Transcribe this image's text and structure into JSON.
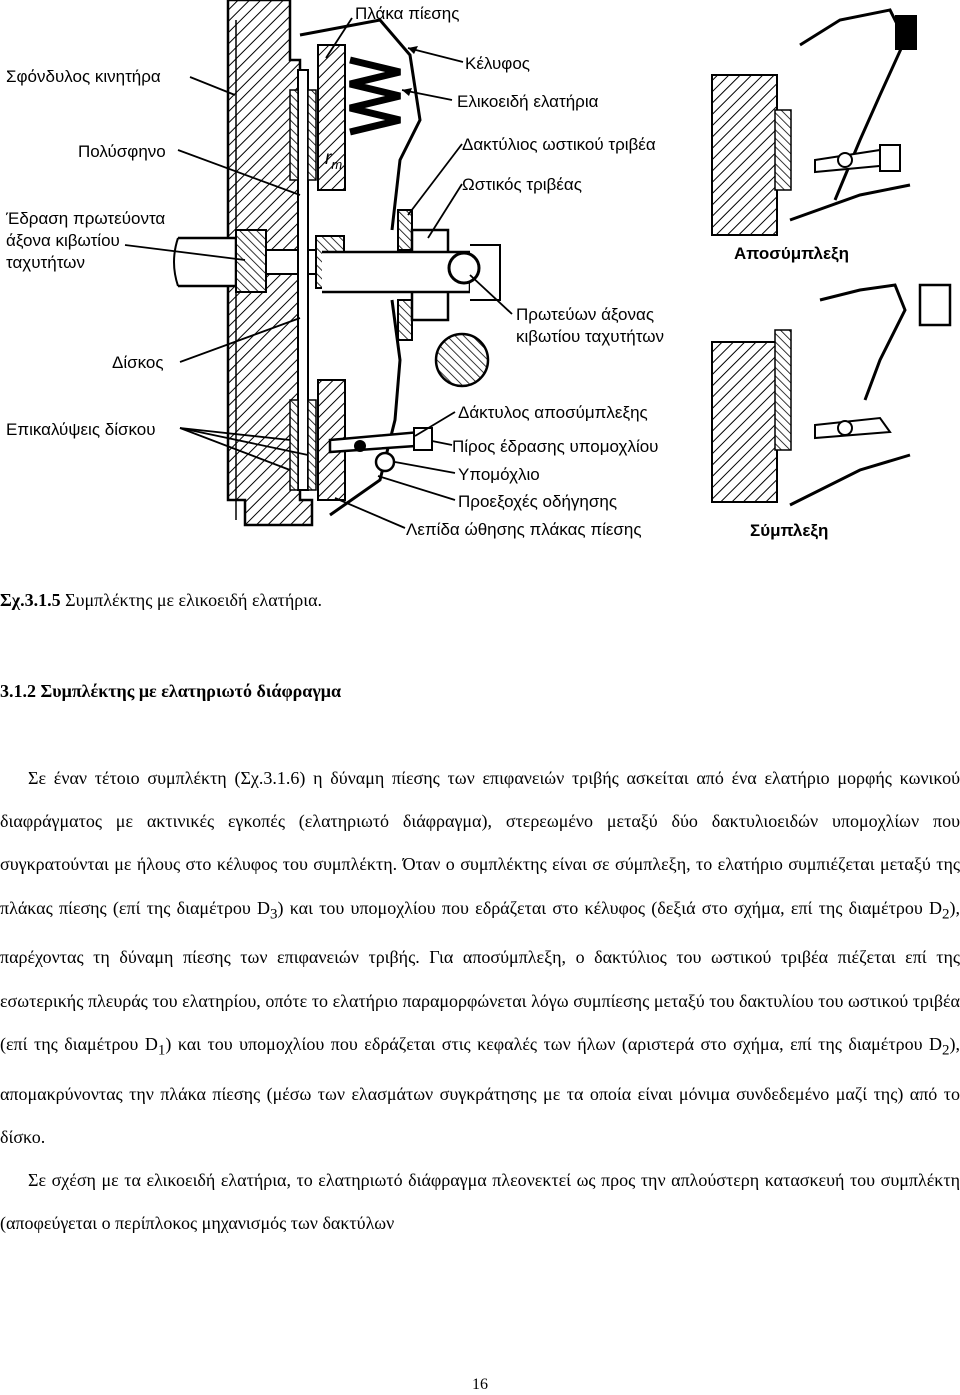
{
  "figure": {
    "labels": {
      "pressure_plate": "Πλάκα πίεσης",
      "engine_flywheel": "Σφόνδυλος κινητήρα",
      "housing": "Κέλυφος",
      "coil_springs": "Ελικοειδή ελατήρια",
      "polysfino": "Πολύσφηνο",
      "release_bearing_ring": "Δακτύλιος ωστικού τριβέα",
      "rm": "r",
      "rm_sub": "m",
      "release_bearing": "Ωστικός τριβέας",
      "input_shaft_seat_1": "Έδραση πρωτεύοντα",
      "input_shaft_seat_2": "άξονα κιβωτίου",
      "input_shaft_seat_3": "ταχυτήτων",
      "disengagement": "Αποσύμπλεξη",
      "input_shaft_1": "Πρωτεύων άξονας",
      "input_shaft_2": "κιβωτίου ταχυτήτων",
      "disc": "Δίσκος",
      "release_finger": "Δάκτυλος αποσύμπλεξης",
      "disc_linings": "Επικαλύψεις δίσκου",
      "fulcrum_pin": "Πίρος έδρασης υπομοχλίου",
      "fulcrum": "Υπομόχλιο",
      "guide_lugs": "Προεξοχές οδήγησης",
      "pressure_plate_strap": "Λεπίδα ώθησης πλάκας πίεσης",
      "engagement": "Σύμπλεξη"
    }
  },
  "caption": {
    "number": "Σχ.3.1.5",
    "text": " Συμπλέκτης με ελικοειδή ελατήρια."
  },
  "section": {
    "title": "3.1.2 Συμπλέκτης με ελατηριωτό διάφραγμα"
  },
  "body": {
    "p1_a": "Σε έναν τέτοιο συμπλέκτη (Σχ.3.1.6) η δύναμη πίεσης των επιφανειών τριβής ασκείται από ένα ελατήριο μορφής κωνικού διαφράγματος με ακτινικές εγκοπές (ελατηριωτό διάφραγμα), στερεωμένο μεταξύ δύο δακτυλιοειδών υπομοχλίων που συγκρατούνται με ήλους στο κέλυφος του συμπλέκτη. Όταν ο συμπλέκτης είναι σε σύμπλεξη, το ελατήριο συμπιέζεται μεταξύ της πλάκας πίεσης (επί της διαμέτρου D",
    "p1_sub1": "3",
    "p1_b": ") και του υπομοχλίου που εδράζεται στο κέλυφος (δεξιά στο σχήμα, επί της διαμέτρου D",
    "p1_sub2": "2",
    "p1_c": "), παρέχοντας τη δύναμη πίεσης των επιφανειών τριβής. Για αποσύμπλεξη, ο δακτύλιος του ωστικού τριβέα πιέζεται επί της εσωτερικής πλευράς του ελατηρίου, οπότε το ελατήριο παραμορφώνεται λόγω συμπίεσης μεταξύ του δακτυλίου του ωστικού τριβέα (επί της διαμέτρου D",
    "p1_sub3": "1",
    "p1_d": ") και του υπομοχλίου που εδράζεται στις κεφαλές των ήλων (αριστερά στο σχήμα, επί της διαμέτρου D",
    "p1_sub4": "2",
    "p1_e": "), απομακρύνοντας την πλάκα πίεσης (μέσω των ελασμάτων συγκράτησης με τα οποία είναι μόνιμα συνδεδεμένο μαζί της) από το δίσκο.",
    "p2": "Σε σχέση με τα ελικοειδή ελατήρια, το ελατηριωτό διάφραγμα πλεονεκτεί ως προς την απλούστερη κατασκευή του συμπλέκτη (αποφεύγεται ο περίπλοκος μηχανισμός των δακτύλων"
  },
  "page_number": "16"
}
